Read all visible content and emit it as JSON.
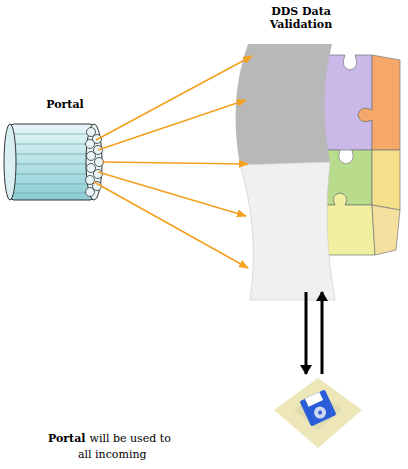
{
  "diagram": {
    "nodes": [
      {
        "text": [
          "Portal"
        ]
      },
      {
        "text": [
          "DDS Data Validation"
        ]
      }
    ],
    "edges": [
      {
        "from": 0,
        "to": 1,
        "arrow": "to"
      }
    ],
    "labels": [
      "Portal",
      "will be used to",
      "all incoming"
    ]
  }
}
